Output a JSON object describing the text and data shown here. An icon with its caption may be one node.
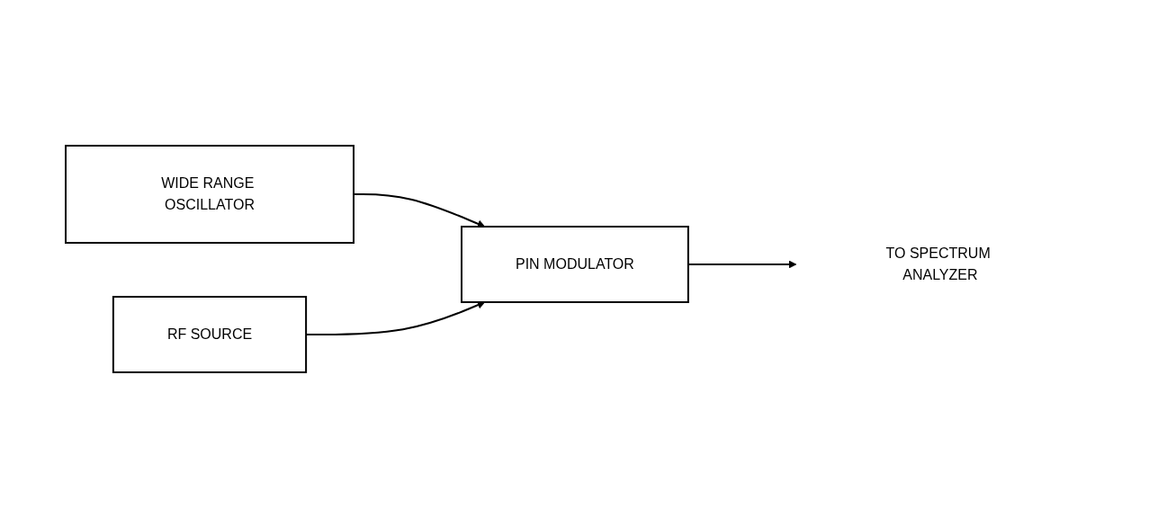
{
  "diagram": {
    "nodes": [
      {
        "text": [
          "WIDE RANGE OSCILLATOR"
        ]
      },
      {
        "text": [
          "RF SOURCE"
        ]
      },
      {
        "text": [
          "PIN MODULATOR"
        ]
      },
      {
        "text": [
          "TO SPECTRUM ANALYZER"
        ]
      }
    ],
    "edges": [
      {
        "from": 0,
        "to": 2,
        "arrow": "to"
      },
      {
        "from": 1,
        "to": 2,
        "arrow": "to"
      },
      {
        "from": 2,
        "to": 3,
        "arrow": "to"
      }
    ]
  }
}
